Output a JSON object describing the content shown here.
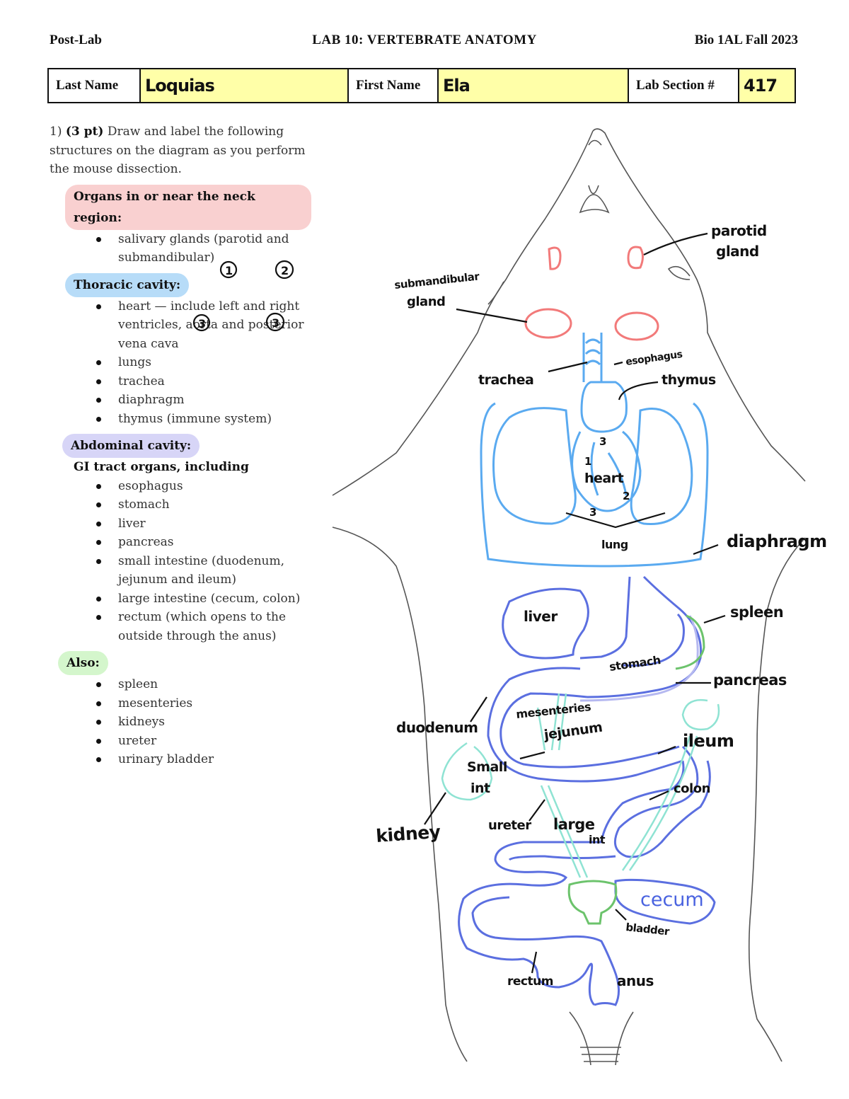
{
  "header": {
    "left": "Post-Lab",
    "center": "LAB 10: VERTEBRATE ANATOMY",
    "right": "Bio 1AL Fall 2023"
  },
  "name_table": {
    "last_name_label": "Last Name",
    "last_name_value": "Loquias",
    "first_name_label": "First Name",
    "first_name_value": "Ela",
    "section_label": "Lab Section #",
    "section_value": "417"
  },
  "question": {
    "number": "1)",
    "points": "(3 pt)",
    "text": "Draw and label the following structures on the diagram as you perform the mouse dissection."
  },
  "sections": {
    "neck": {
      "title": "Organs in or near the neck region:",
      "items": [
        "salivary glands (parotid and submandibular)"
      ]
    },
    "thoracic": {
      "title": "Thoracic cavity:",
      "items": [
        "heart — include left and right ventricles, aorta and posterior vena cava",
        "lungs",
        "trachea",
        "diaphragm",
        "thymus (immune system)"
      ],
      "marks": [
        "1",
        "2",
        "3",
        "3"
      ]
    },
    "abdominal": {
      "title": "Abdominal cavity:",
      "subtitle": "GI tract organs, including",
      "items": [
        "esophagus",
        "stomach",
        "liver",
        "pancreas",
        "small intestine (duodenum, jejunum and ileum)",
        "large intestine (cecum, colon)",
        "rectum (which opens to the outside through the anus)"
      ]
    },
    "also": {
      "title": "Also:",
      "items": [
        "spleen",
        "mesenteries",
        "kidneys",
        "ureter",
        "urinary bladder"
      ]
    }
  },
  "diagram_labels": {
    "parotid": "parotid gland",
    "parotid_1": "parotid",
    "parotid_2": "gland",
    "submandibular_1": "submandibular",
    "submandibular_2": "gland",
    "trachea": "trachea",
    "esophagus": "esophagus",
    "thymus": "thymus",
    "heart": "heart",
    "heart_marks": [
      "3",
      "1",
      "2",
      "3"
    ],
    "lung": "lung",
    "diaphragm": "diaphragm",
    "liver": "liver",
    "spleen": "spleen",
    "stomach": "stomach",
    "pancreas": "pancreas",
    "duodenum": "duodenum",
    "mesenteries": "mesenteries",
    "jejunum": "jejunum",
    "ileum": "ileum",
    "small_int_1": "Small",
    "small_int_2": "int",
    "colon": "colon",
    "kidney": "kidney",
    "ureter": "ureter",
    "large_int_1": "large",
    "large_int_2": "int",
    "cecum": "cecum",
    "bladder": "bladder",
    "rectum": "rectum",
    "anus": "anus"
  },
  "colors": {
    "highlight_yellow": "#ffffa8",
    "pill_red": "#f9d0d0",
    "pill_blue": "#b7dcf8",
    "pill_purple": "#d7d5f7",
    "pill_green": "#d4f6cc",
    "salivary": "#f27a7a",
    "thoracic": "#5aaaf0",
    "gi": "#5b6fe0",
    "mesentery": "#8fe3d3",
    "spleen_bladder": "#6cc36c",
    "pancreas": "#b5b8f0"
  }
}
